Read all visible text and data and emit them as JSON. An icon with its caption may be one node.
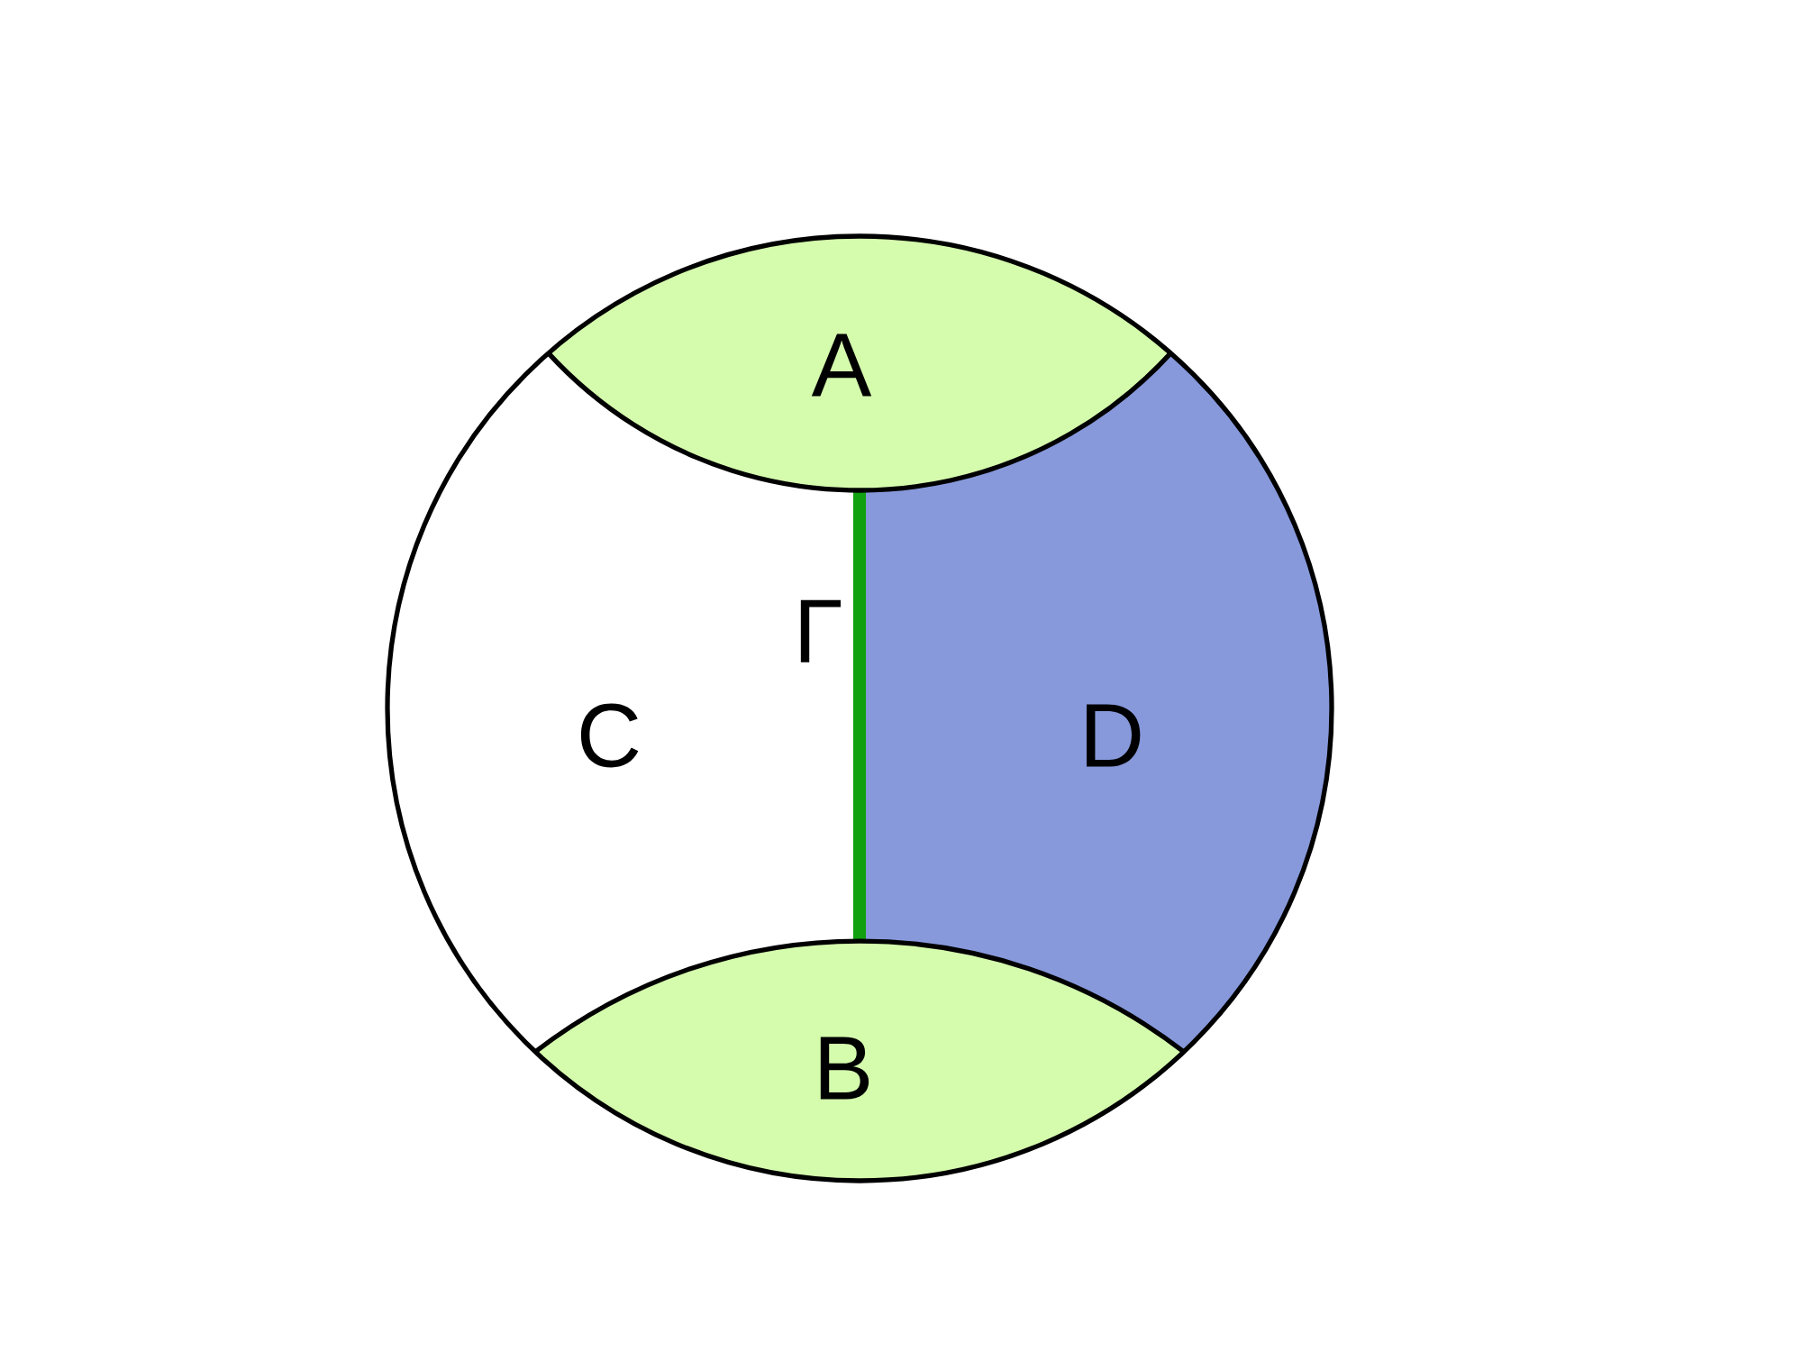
{
  "diagram": {
    "nodes": [
      {
        "text": [],
        "shape": "circle"
      },
      {
        "text": [
          "A"
        ],
        "in": 0
      },
      {
        "text": [
          "B"
        ],
        "in": 0
      },
      {
        "text": [
          "C"
        ],
        "in": 0
      },
      {
        "text": [
          "D"
        ],
        "in": 0
      }
    ],
    "edges": [
      {
        "from": 1,
        "to": 2,
        "arrow": "none",
        "label": "Γ",
        "color": "#10a010"
      }
    ]
  }
}
